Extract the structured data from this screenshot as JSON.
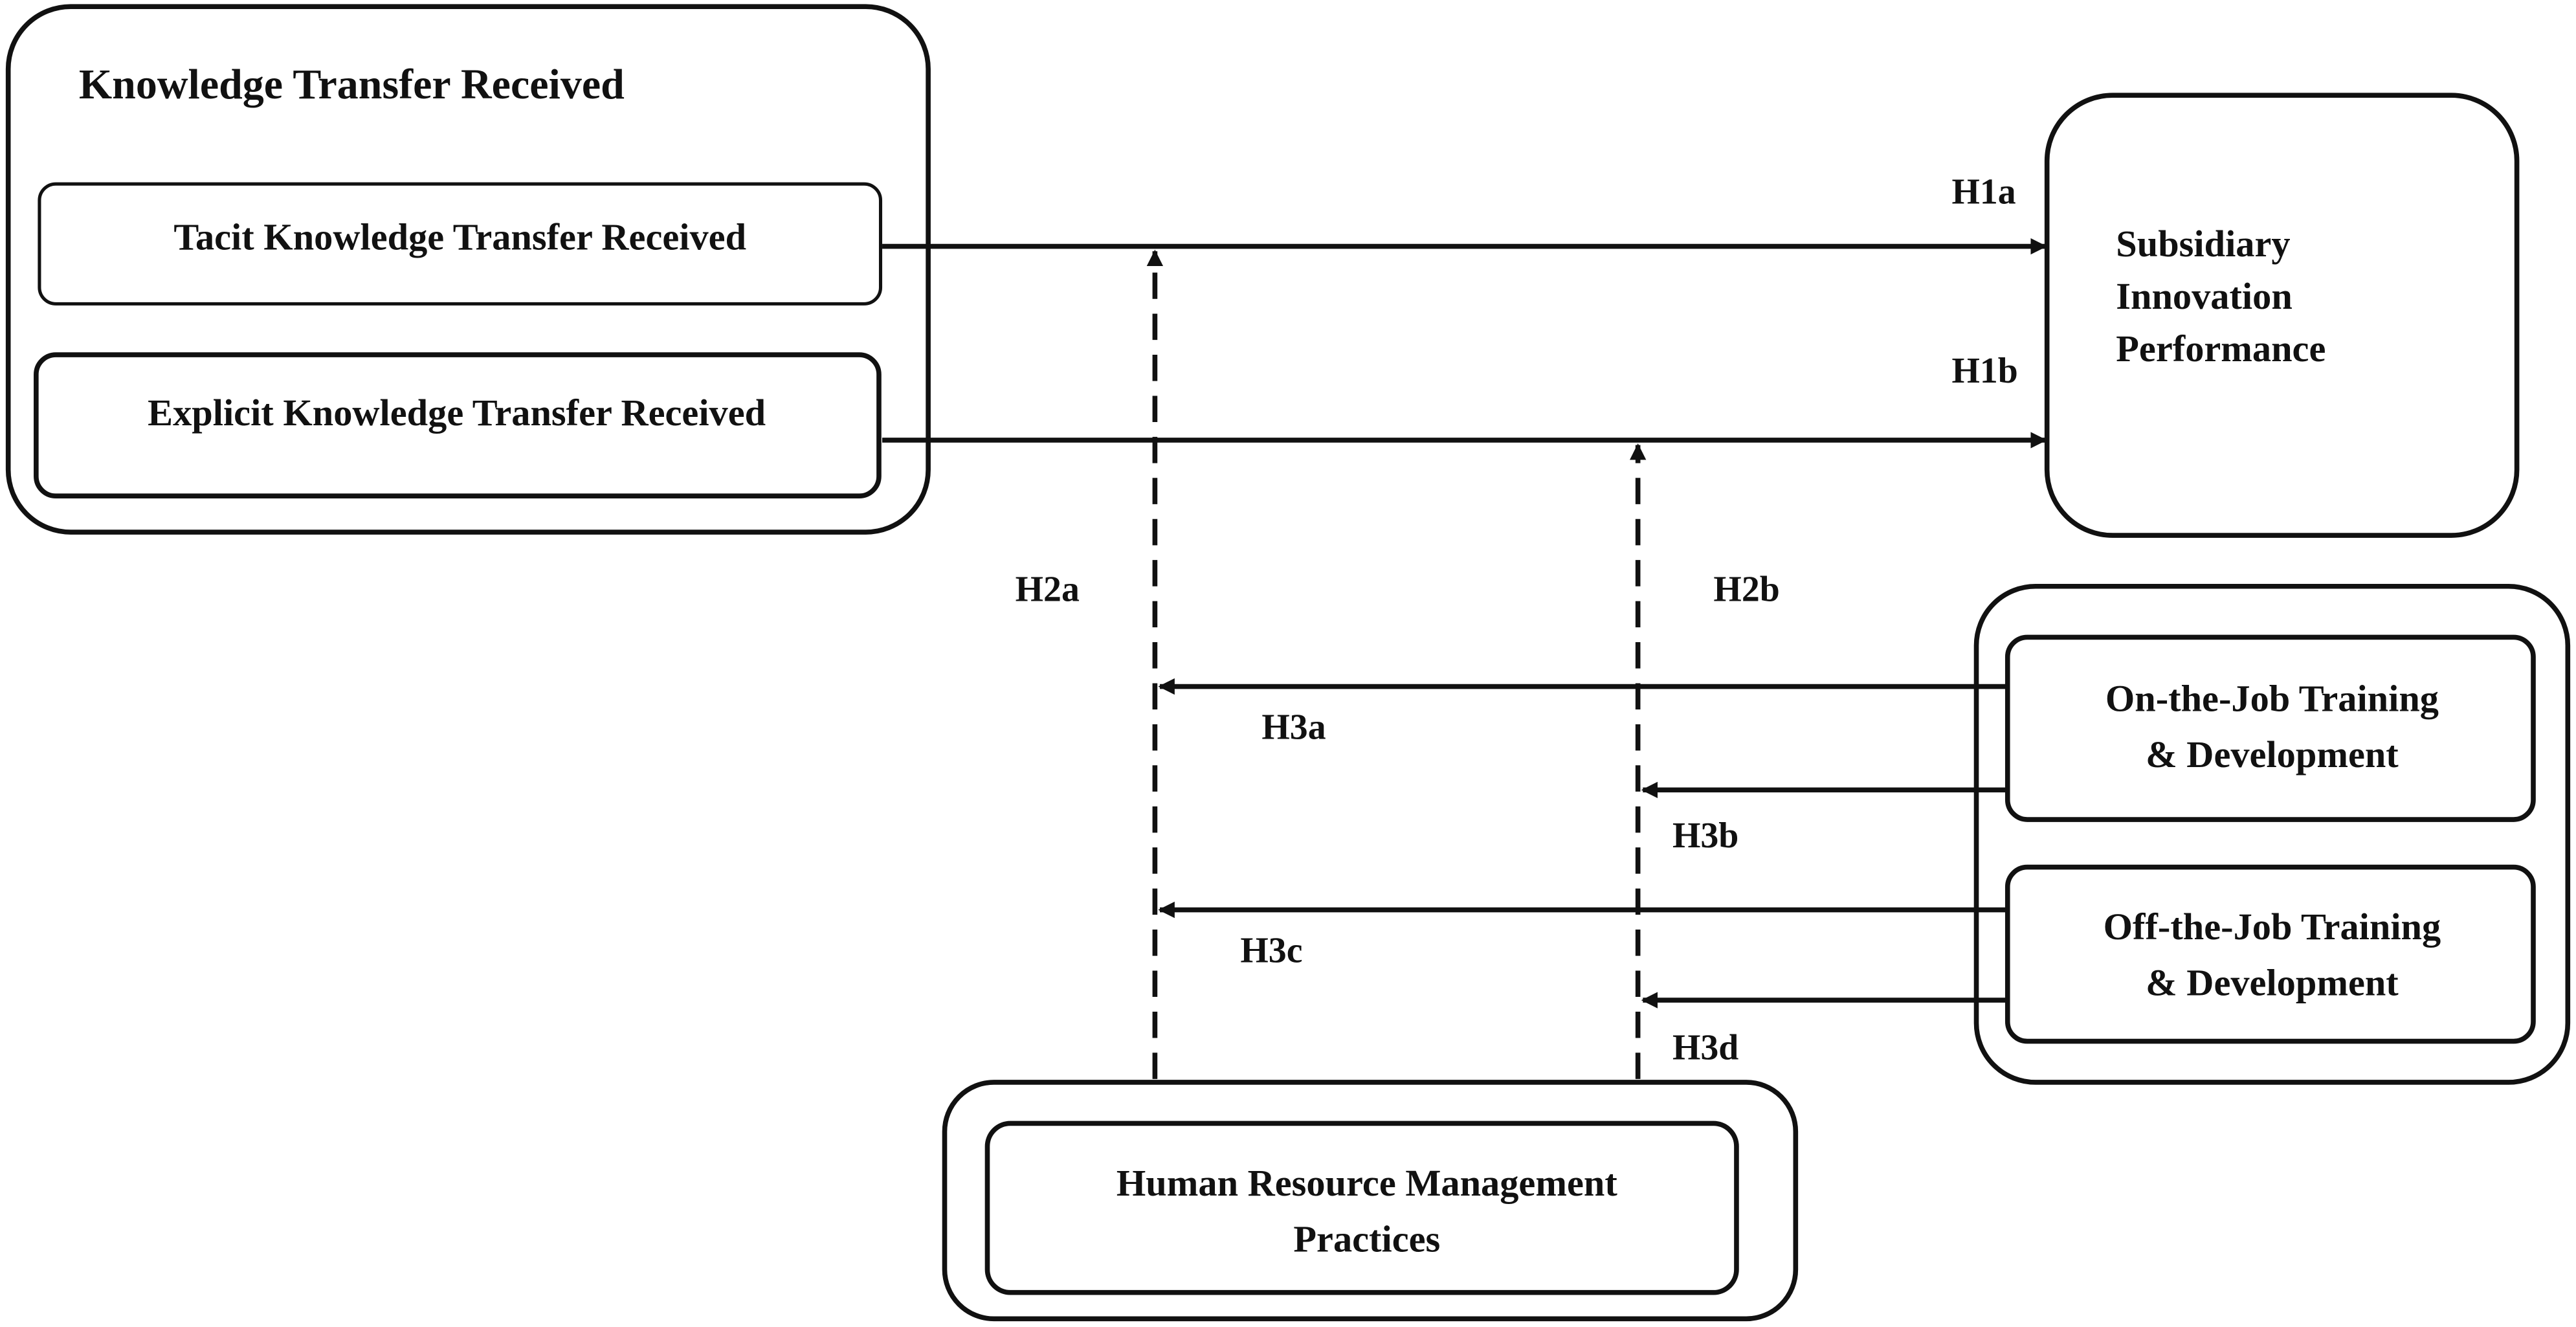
{
  "diagram": {
    "nodes": {
      "ktr_group": {
        "label": "Knowledge Transfer Received"
      },
      "tacit": {
        "label": "Tacit Knowledge Transfer Received"
      },
      "explicit": {
        "label": "Explicit Knowledge Transfer Received"
      },
      "sip": {
        "label_lines": [
          "Subsidiary",
          "Innovation",
          "Performance"
        ]
      },
      "ojt": {
        "label_lines": [
          "On-the-Job Training",
          "& Development"
        ]
      },
      "offjt": {
        "label_lines": [
          "Off-the-Job Training",
          "& Development"
        ]
      },
      "hrm": {
        "label_lines": [
          "Human Resource Management",
          "Practices"
        ]
      }
    },
    "hypotheses": {
      "h1a": "H1a",
      "h1b": "H1b",
      "h2a": "H2a",
      "h2b": "H2b",
      "h3a": "H3a",
      "h3b": "H3b",
      "h3c": "H3c",
      "h3d": "H3d"
    },
    "edges": [
      {
        "from": "tacit",
        "to": "sip",
        "label": "H1a",
        "style": "solid"
      },
      {
        "from": "explicit",
        "to": "sip",
        "label": "H1b",
        "style": "solid"
      },
      {
        "from": "hrm",
        "to": "tacit-to-sip-path",
        "label": "H2a",
        "style": "dashed"
      },
      {
        "from": "hrm",
        "to": "explicit-to-sip-path",
        "label": "H2b",
        "style": "dashed"
      },
      {
        "from": "ojt",
        "to": "h2a-path",
        "label": "H3a",
        "style": "solid"
      },
      {
        "from": "ojt",
        "to": "h2b-path",
        "label": "H3b",
        "style": "solid"
      },
      {
        "from": "offjt",
        "to": "h2a-path",
        "label": "H3c",
        "style": "solid"
      },
      {
        "from": "offjt",
        "to": "h2b-path",
        "label": "H3d",
        "style": "solid"
      }
    ],
    "colors": {
      "stroke": "#111111",
      "background": "#ffffff"
    }
  }
}
